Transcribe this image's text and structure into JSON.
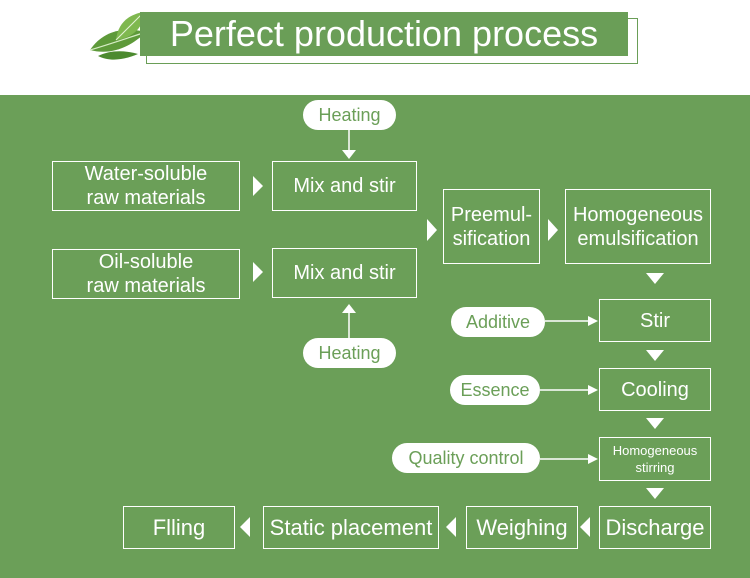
{
  "header": {
    "title": "Perfect production process"
  },
  "flow": {
    "water_soluble_line1": "Water-soluble",
    "water_soluble_line2": "raw materials",
    "oil_soluble_line1": "Oil-soluble",
    "oil_soluble_line2": "raw materials",
    "mix_top": "Mix and stir",
    "mix_bottom": "Mix and stir",
    "heating_top": "Heating",
    "heating_bottom": "Heating",
    "preemul_line1": "Preemul-",
    "preemul_line2": "sification",
    "homog_emul_line1": "Homogeneous",
    "homog_emul_line2": "emulsification",
    "additive": "Additive",
    "stir": "Stir",
    "essence": "Essence",
    "cooling": "Cooling",
    "quality_control": "Quality control",
    "homog_stir_line1": "Homogeneous",
    "homog_stir_line2": "stirring",
    "discharge": "Discharge",
    "weighing": "Weighing",
    "static_placement": "Static placement",
    "filling": "Flling"
  },
  "colors": {
    "green": "#6b9f58",
    "white": "#ffffff"
  }
}
